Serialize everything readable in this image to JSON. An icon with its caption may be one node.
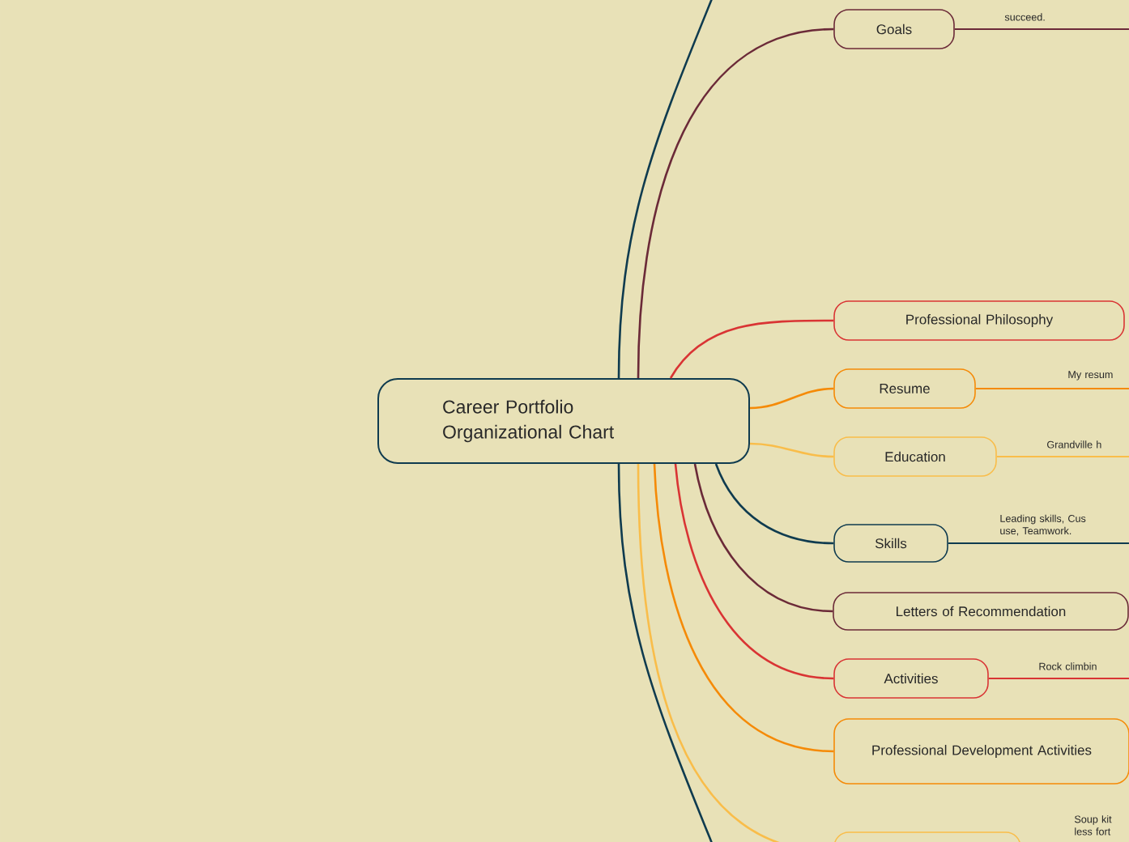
{
  "diagram": {
    "nodes": [
      {
        "text": [
          "Career Portfolio Organizational Chart"
        ]
      },
      {
        "text": [
          "Goals"
        ]
      },
      {
        "text": [
          "Professional Philosophy"
        ]
      },
      {
        "text": [
          "Resume"
        ]
      },
      {
        "text": [
          "Education"
        ]
      },
      {
        "text": [
          "Skills"
        ]
      },
      {
        "text": [
          "Letters of Recommendation"
        ]
      },
      {
        "text": [
          "Activities"
        ]
      },
      {
        "text": [
          "Professional Development Activities"
        ]
      },
      {
        "text": [],
        "shape": "box"
      }
    ],
    "labels": [
      "succeed.",
      "My resum",
      "Grandville h",
      "Leading skills, Cus use, Teamwork.",
      "Rock climbin",
      "Soup kit less fort"
    ],
    "edges": [
      {
        "from": 0,
        "to": null,
        "arrow": "none",
        "color": "#0f3b4f"
      },
      {
        "from": 0,
        "to": 1,
        "arrow": "none",
        "color": "#6b2a38"
      },
      {
        "from": 0,
        "to": 2,
        "arrow": "none",
        "color": "#d93434"
      },
      {
        "from": 0,
        "to": 3,
        "arrow": "none",
        "color": "#f58a07"
      },
      {
        "from": 0,
        "to": 4,
        "arrow": "none",
        "color": "#f9bd4a"
      },
      {
        "from": 0,
        "to": 5,
        "arrow": "none",
        "color": "#0f3b4f"
      },
      {
        "from": 0,
        "to": 6,
        "arrow": "none",
        "color": "#6b2a38"
      },
      {
        "from": 0,
        "to": 7,
        "arrow": "none",
        "color": "#d93434"
      },
      {
        "from": 0,
        "to": 8,
        "arrow": "none",
        "color": "#f58a07"
      },
      {
        "from": 0,
        "to": 9,
        "arrow": "none",
        "color": "#f9bd4a"
      },
      {
        "from": 0,
        "to": null,
        "arrow": "none",
        "color": "#0f3b4f"
      }
    ]
  }
}
